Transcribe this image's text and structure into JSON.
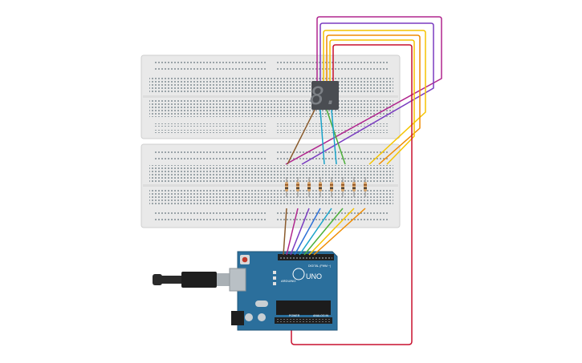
{
  "arduino": {
    "model": "UNO",
    "brand": "ARDUINO",
    "digital_label": "DIGITAL (PWM ~)",
    "power_label": "POWER",
    "analog_label": "ANALOG IN"
  },
  "display": {
    "digit": "8."
  },
  "colors": {
    "board": "#2b6f9c",
    "breadboard": "#e9e9e9",
    "seg_body": "#4a4d52",
    "red": "#c8102e",
    "orange": "#f08c00",
    "yellow": "#f5c400",
    "green": "#4caf3a",
    "cyan": "#19a3c9",
    "blue": "#2b6fd6",
    "purple": "#7a3cc0",
    "magenta": "#b0258e",
    "brown": "#8a5a2b"
  }
}
